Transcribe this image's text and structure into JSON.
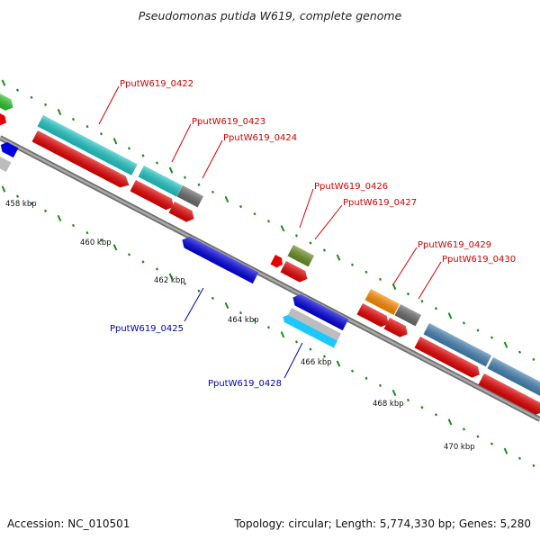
{
  "title": "Pseudomonas putida W619, complete genome",
  "footer": {
    "accession": "Accession: NC_010501",
    "summary": "Topology: circular; Length: 5,774,330 bp; Genes: 5,280"
  },
  "colors": {
    "backbone": "#8c8c8c",
    "tick": "#1a8c1a",
    "label_forward": "#d10000",
    "label_reverse": "#0000b0",
    "leader": "#d10000",
    "leader_reverse": "#0000b0"
  },
  "axis_ticks": [
    {
      "label": "458 kbp"
    },
    {
      "label": "460 kbp"
    },
    {
      "label": "462 kbp"
    },
    {
      "label": "464 kbp"
    },
    {
      "label": "466 kbp"
    },
    {
      "label": "468 kbp"
    },
    {
      "label": "470 kbp"
    }
  ],
  "gene_labels": [
    {
      "text": "PputW619_0422",
      "strand": "forward"
    },
    {
      "text": "PputW619_0423",
      "strand": "forward"
    },
    {
      "text": "PputW619_0424",
      "strand": "forward"
    },
    {
      "text": "PputW619_0426",
      "strand": "forward"
    },
    {
      "text": "PputW619_0427",
      "strand": "forward"
    },
    {
      "text": "PputW619_0429",
      "strand": "forward"
    },
    {
      "text": "PputW619_0430",
      "strand": "forward"
    },
    {
      "text": "PputW619_0425",
      "strand": "reverse"
    },
    {
      "text": "PputW619_0428",
      "strand": "reverse"
    }
  ],
  "feature_colors": [
    "#2cc52c",
    "#22c8c8",
    "#e60000",
    "#0000e0",
    "#bdbdbd",
    "#6b6b6b",
    "#6b8e23",
    "#ff8c00",
    "#4682b4",
    "#1ec8ff"
  ]
}
